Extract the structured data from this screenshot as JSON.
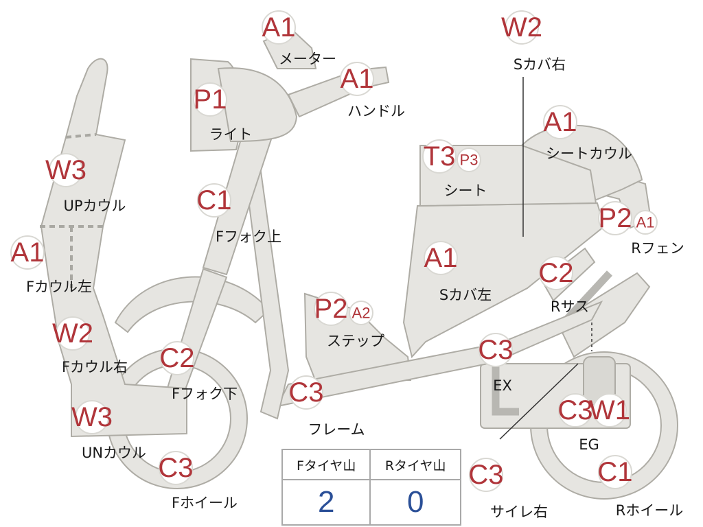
{
  "labels": {
    "meter": {
      "codes": [
        "A1"
      ],
      "name": "メーター"
    },
    "handle": {
      "codes": [
        "A1"
      ],
      "name": "ハンドル"
    },
    "light": {
      "codes": [
        "P1"
      ],
      "name": "ライト"
    },
    "fork_upper": {
      "codes": [
        "C1"
      ],
      "name": "Fフォク上"
    },
    "fork_lower": {
      "codes": [
        "C2"
      ],
      "name": "Fフォク下"
    },
    "front_wheel": {
      "codes": [
        "C3"
      ],
      "name": "Fホイール"
    },
    "up_cowl": {
      "codes": [
        "W3"
      ],
      "name": "UPカウル"
    },
    "f_cowl_left": {
      "codes": [
        "A1"
      ],
      "name": "Fカウル左"
    },
    "f_cowl_right": {
      "codes": [
        "W2"
      ],
      "name": "Fカウル右"
    },
    "un_cowl": {
      "codes": [
        "W3"
      ],
      "name": "UNカウル"
    },
    "step": {
      "codes": [
        "P2",
        "A2"
      ],
      "name": "ステップ"
    },
    "frame": {
      "codes": [
        "C3"
      ],
      "name": "フレーム"
    },
    "seat": {
      "codes": [
        "T3",
        "P3"
      ],
      "name": "シート"
    },
    "s_cover_right": {
      "codes": [
        "W2"
      ],
      "name": "Sカバ右"
    },
    "seat_cowl": {
      "codes": [
        "A1"
      ],
      "name": "シートカウル"
    },
    "s_cover_left": {
      "codes": [
        "A1"
      ],
      "name": "Sカバ左"
    },
    "r_fender": {
      "codes": [
        "P2",
        "A1"
      ],
      "name": "Rフェン"
    },
    "r_suspension": {
      "codes": [
        "C2"
      ],
      "name": "Rサス"
    },
    "exhaust": {
      "codes": [
        "C3"
      ],
      "name": "EX"
    },
    "engine": {
      "codes": [
        "C3",
        "W1"
      ],
      "name": "EG"
    },
    "rear_wheel": {
      "codes": [
        "C1"
      ],
      "name": "Rホイール"
    },
    "silencer_right": {
      "codes": [
        "C3"
      ],
      "name": "サイレ右"
    }
  },
  "tire_table": {
    "headers": [
      "Fタイヤ山",
      "Rタイヤ山"
    ],
    "values": [
      "2",
      "0"
    ]
  },
  "colors": {
    "code_text": "#b0353a",
    "value_text": "#2a4f97",
    "part_fill": "#e6e5e1"
  }
}
